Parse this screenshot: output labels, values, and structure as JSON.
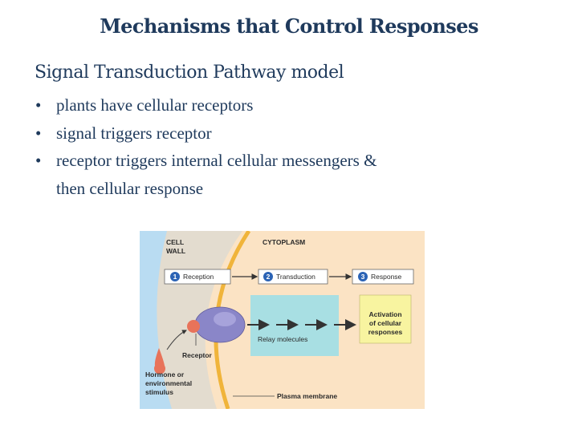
{
  "slide": {
    "title": "Mechanisms that Control Responses",
    "subtitle": "Signal Transduction Pathway model",
    "bullets": [
      "plants have cellular receptors",
      "signal triggers receptor",
      "receptor triggers internal cellular messengers &",
      "then cellular response"
    ],
    "bullet_symbol": "•"
  },
  "figure": {
    "cell_wall_line1": "CELL",
    "cell_wall_line2": "WALL",
    "cytoplasm": "CYTOPLASM",
    "steps": [
      {
        "number": "1",
        "label": "Reception"
      },
      {
        "number": "2",
        "label": "Transduction"
      },
      {
        "number": "3",
        "label": "Response"
      }
    ],
    "relay_molecules": "Relay molecules",
    "activation_line1": "Activation",
    "activation_line2": "of cellular",
    "activation_line3": "responses",
    "receptor": "Receptor",
    "hormone_line1": "Hormone or",
    "hormone_line2": "environmental",
    "hormone_line3": "stimulus",
    "plasma_membrane": "Plasma membrane",
    "colors": {
      "title": "#1f3a5c",
      "outside": "#b9dcf2",
      "cell_wall": "#e3dccf",
      "cytoplasm": "#fbe3c4",
      "membrane": "#f0b43a",
      "relay_box": "#a8dfe3",
      "activation_box": "#f8f4a0",
      "step_circle": "#2b63b5",
      "receptor": "#8a86c8",
      "hormone": "#e8735a"
    }
  }
}
